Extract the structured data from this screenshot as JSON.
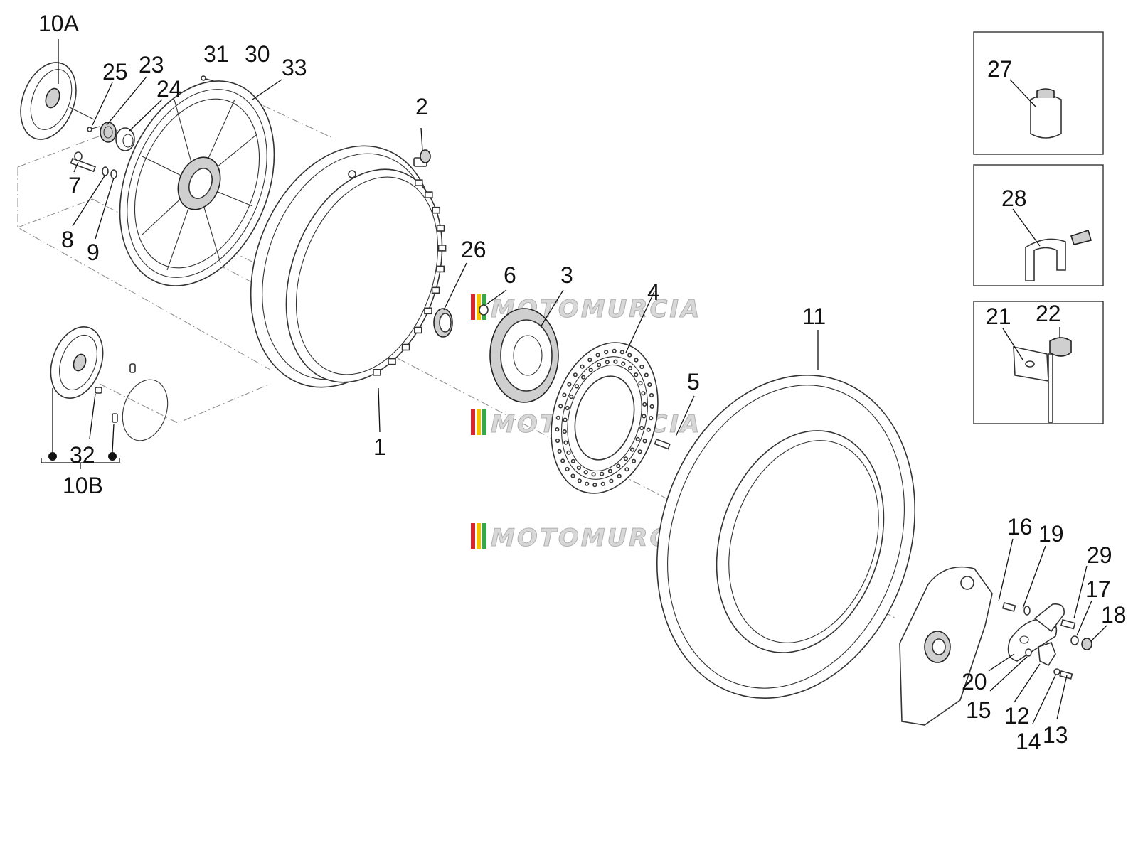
{
  "watermark": "MOTOMURCIA",
  "colors": {
    "line": "#333333",
    "background": "#ffffff",
    "watermark_red": "#d9262c",
    "watermark_yellow": "#f2c300",
    "watermark_green": "#3aa64a"
  },
  "labels": {
    "p10a": "10A",
    "p25": "25",
    "p23": "23",
    "p24": "24",
    "p31": "31",
    "p30": "30",
    "p33": "33",
    "p2": "2",
    "p7": "7",
    "p8": "8",
    "p9": "9",
    "p26": "26",
    "p6": "6",
    "p3": "3",
    "p4": "4",
    "p5": "5",
    "p1": "1",
    "p11": "11",
    "p32": "32",
    "p10b": "10B",
    "p27": "27",
    "p28": "28",
    "p21": "21",
    "p22": "22",
    "p16": "16",
    "p19": "19",
    "p29": "29",
    "p17": "17",
    "p18": "18",
    "p20": "20",
    "p15": "15",
    "p12": "12",
    "p14": "14",
    "p13": "13"
  }
}
